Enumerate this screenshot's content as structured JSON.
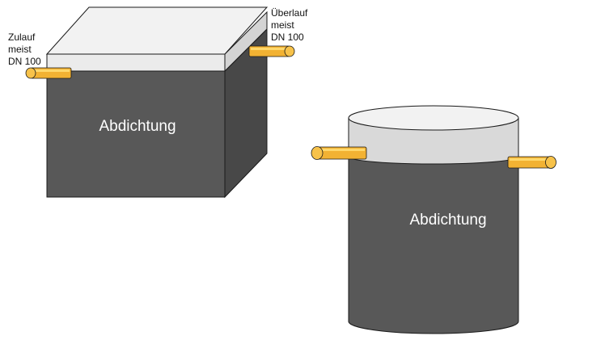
{
  "labels": {
    "zulauf": [
      "Zulauf",
      "meist",
      "DN 100"
    ],
    "ueberlauf": [
      "Überlauf",
      "meist",
      "DN 100"
    ],
    "box_seal": "Abdichtung",
    "cylinder_seal": "Abdichtung"
  },
  "colors": {
    "tank_dark": "#565656",
    "tank_side": "#4a4a4a",
    "lid_light": "#f0f0f0",
    "lid_side": "#d6d6d6",
    "pipe_orange": "#f2b233",
    "pipe_highlight": "#ffd86b",
    "outline": "#1a1a1a"
  }
}
